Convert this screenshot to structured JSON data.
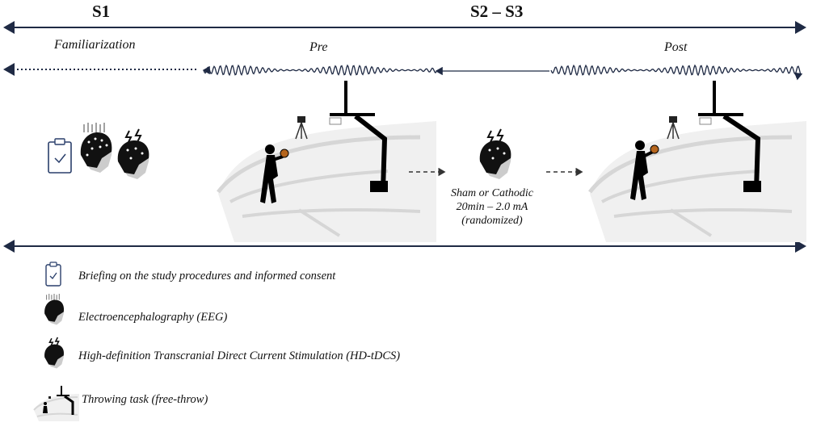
{
  "header": {
    "s1": "S1",
    "s2s3": "S2 – S3"
  },
  "phases": {
    "familiarization": "Familiarization",
    "pre": "Pre",
    "post": "Post"
  },
  "stimulation": {
    "line1": "Sham or Cathodic",
    "line2": "20min – 2.0 mA",
    "line3": "(randomized)"
  },
  "legend": [
    {
      "icon": "clipboard-icon",
      "text": "Briefing on the study procedures and informed consent"
    },
    {
      "icon": "eeg-cap-icon",
      "text": "Electroencephalography (EEG)"
    },
    {
      "icon": "hd-tdcs-cap-icon",
      "text": "High-definition Transcranial Direct Current Stimulation (HD-tDCS)"
    },
    {
      "icon": "basketball-court-icon",
      "text": "Throwing task (free-throw)"
    }
  ],
  "colors": {
    "arrow": "#1f2a44",
    "ink": "#111111",
    "court": "#d9d9d9"
  }
}
